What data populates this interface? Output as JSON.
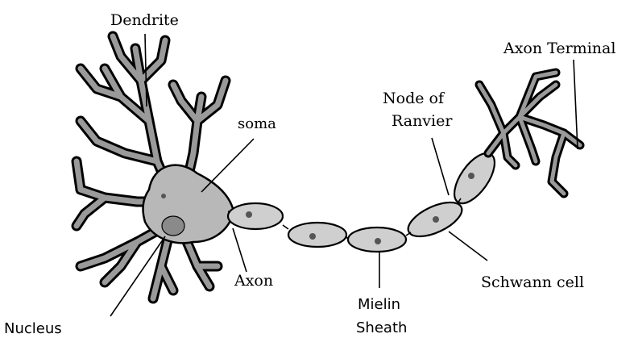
{
  "labels": {
    "dendrite": "Dendrite",
    "soma": "soma",
    "axon": "Axon",
    "nucleus": "Nucleus",
    "myelin_line1": "Mielin",
    "myelin_line2": "Sheath",
    "node_line1": "Node of",
    "node_line2": "Ranvier",
    "schwann": "Schwann cell",
    "axon_terminal": "Axon Terminal"
  },
  "colors": {
    "cell_fill": "#cfcfcf",
    "soma_fill": "#b8b8b8",
    "outline": "#000000",
    "background": "#ffffff"
  }
}
